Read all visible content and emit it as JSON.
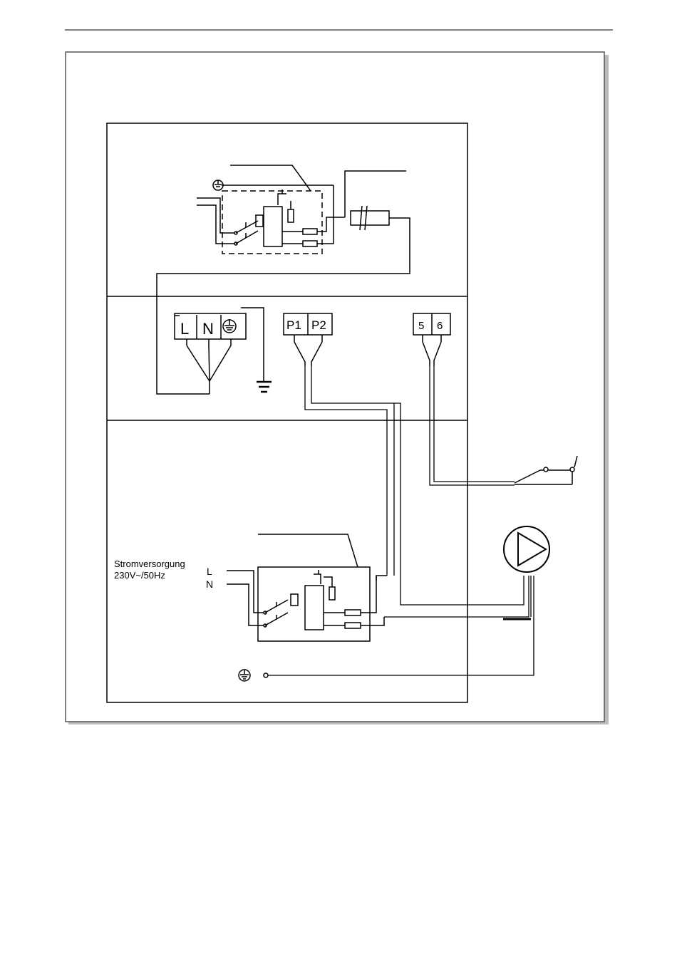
{
  "terminals": {
    "l": "L",
    "n": "N",
    "p1": "P1",
    "p2": "P2",
    "t5": "5",
    "t6": "6"
  },
  "supply": {
    "title": "Stromversorgung",
    "rating": "230V~/50Hz",
    "l_label": "L",
    "n_label": "N"
  },
  "icons": [
    "earth-ground-icon",
    "pump-icon",
    "switch-icon",
    "relay-icon",
    "fuse-icon",
    "sensor-icon"
  ]
}
